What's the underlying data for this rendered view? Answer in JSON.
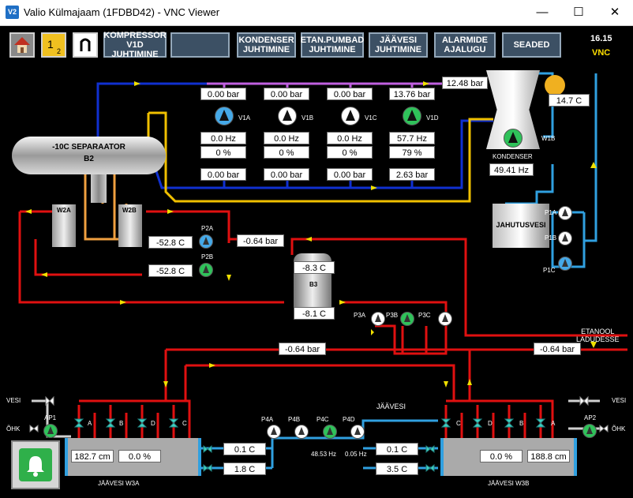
{
  "window": {
    "title": "Valio Külmajaam (1FDBD42) - VNC Viewer",
    "app_logo": "V2",
    "minimize": "—",
    "maximize": "☐",
    "close": "✕"
  },
  "status": {
    "time": "16.15",
    "mode": "VNC"
  },
  "nav": {
    "home_icon": "home-icon",
    "buttons": [
      "KOMPRESSOR\nV1D JUHTIMINE",
      "",
      "KONDENSER\nJUHTIMINE",
      "ETAN.PUMBAD\nJUHTIMINE",
      "JÄÄVESI\nJUHTIMINE",
      "ALARMIDE\nAJALUGU",
      "SEADED"
    ]
  },
  "separator": {
    "title": "-10C SEPARAATOR",
    "id": "B2"
  },
  "compressors": [
    {
      "id": "V1A",
      "suction": "0.00 bar",
      "hz": "0.0 Hz",
      "pct": "0 %",
      "discharge": "0.00 bar",
      "state": "blue"
    },
    {
      "id": "V1B",
      "suction": "0.00 bar",
      "hz": "0.0 Hz",
      "pct": "0 %",
      "discharge": "0.00 bar",
      "state": "white"
    },
    {
      "id": "V1C",
      "suction": "0.00 bar",
      "hz": "0.0 Hz",
      "pct": "0 %",
      "discharge": "0.00 bar",
      "state": "white"
    },
    {
      "id": "V1D",
      "suction": "13.76 bar",
      "hz": "57.7 Hz",
      "pct": "79 %",
      "discharge": "2.63 bar",
      "state": "green"
    }
  ],
  "condenser": {
    "pressure": "12.48 bar",
    "fan_id": "W1B",
    "label": "KONDENSER",
    "fan_hz": "49.41 Hz",
    "ambient": "14.7 C"
  },
  "cooling_water": {
    "label": "JAHUTUSVESI",
    "pumps": [
      "P1A",
      "P1B",
      "P1C"
    ]
  },
  "heat_exchangers": [
    "W2A",
    "W2B"
  ],
  "p2": {
    "pumps": [
      "P2A",
      "P2B"
    ],
    "temps": [
      "-52.8 C",
      "-52.8 C"
    ],
    "pressure": "-0.64 bar"
  },
  "b3": {
    "id": "B3",
    "temp_top": "-8.3 C",
    "temp_bottom": "-8.1 C"
  },
  "p3": {
    "pumps": [
      "P3A",
      "P3B",
      "P3C"
    ]
  },
  "ethanol": {
    "label": "ETANOOL\nLADUDESSE",
    "pressure_left": "-0.64 bar",
    "pressure_right": "-0.64 bar"
  },
  "icewater": {
    "label": "JÄÄVESI",
    "pumps": [
      "P4A",
      "P4B",
      "P4C",
      "P4D"
    ],
    "hz_left": "48.53 Hz",
    "hz_right": "0.05 Hz",
    "temps": [
      "0.1 C",
      "1.8 C",
      "0.1 C",
      "3.5 C"
    ]
  },
  "tank_w3a": {
    "label": "JÄÄVESI W3A",
    "level": "182.7 cm",
    "pct": "0.0 %",
    "valves": [
      "A",
      "B",
      "D",
      "C"
    ],
    "supply_water": "VESI",
    "air": "ÕHK",
    "pump": "AP1"
  },
  "tank_w3b": {
    "label": "JÄÄVESI W3B",
    "level": "188.8 cm",
    "pct": "0.0 %",
    "valves": [
      "C",
      "D",
      "B",
      "A"
    ],
    "supply_water": "VESI",
    "air": "ÕHK",
    "pump": "AP2"
  },
  "alarm_icon": "alarm-bell-icon"
}
